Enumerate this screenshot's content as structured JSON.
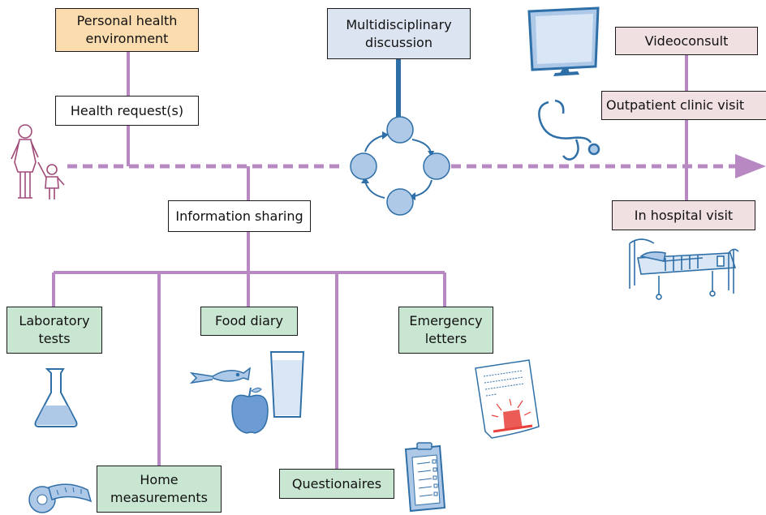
{
  "colors": {
    "connector": "#b788c1",
    "stem": "#2f6fa8",
    "circle_fill": "#aec8e8",
    "circle_stroke": "#2f6fa8",
    "box_orange": "#fbdcae",
    "box_blue": "#dde4f1",
    "box_pink": "#f1e0e2",
    "box_green": "#c9e6d2",
    "icon_stroke": "#2f6fa8",
    "icon_fill": "#aec8e8",
    "person": "#a04a78",
    "alarm": "#e8403a"
  },
  "top": {
    "personal_health_environment": "Personal health\nenvironment",
    "health_requests": "Health request(s)",
    "multidisciplinary_discussion": "Multidisciplinary\ndiscussion"
  },
  "right": {
    "videoconsult": "Videoconsult",
    "outpatient_clinic_visit": "Outpatient clinic visit",
    "in_hospital_visit": "In hospital visit"
  },
  "middle": {
    "information_sharing": "Information sharing"
  },
  "sources": {
    "laboratory_tests": "Laboratory\ntests",
    "food_diary": "Food diary",
    "emergency_letters": "Emergency\nletters",
    "home_measurements": "Home\nmeasurements",
    "questionaires": "Questionaires"
  },
  "icons": [
    "parent-child-icon",
    "monitor-icon",
    "stethoscope-icon",
    "hospital-bed-icon",
    "flask-icon",
    "fish-icon",
    "apple-icon",
    "glass-icon",
    "tape-measure-icon",
    "clipboard-icon",
    "emergency-letter-icon"
  ]
}
